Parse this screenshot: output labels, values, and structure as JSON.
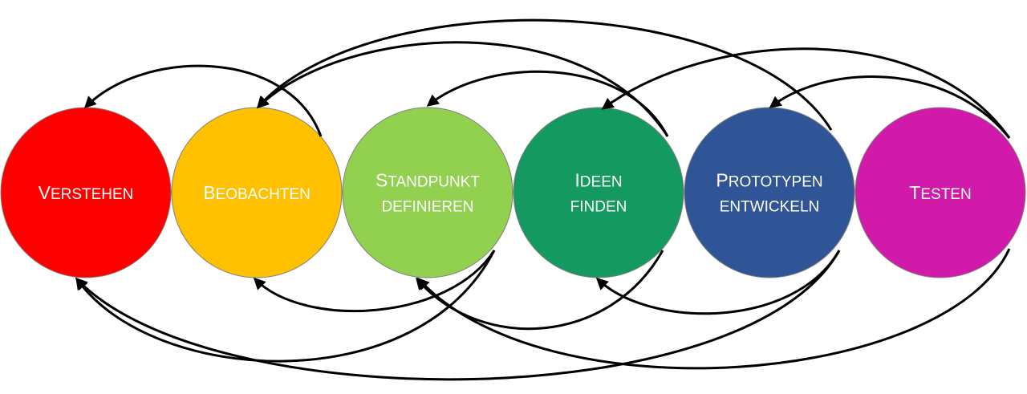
{
  "diagram": {
    "stages": [
      {
        "id": "verstehen",
        "lines": [
          {
            "first": "V",
            "rest": "ERSTEHEN"
          }
        ],
        "color": "#ff0000"
      },
      {
        "id": "beobachten",
        "lines": [
          {
            "first": "B",
            "rest": "EOBACHTEN"
          }
        ],
        "color": "#ffc000"
      },
      {
        "id": "standpunkt",
        "lines": [
          {
            "first": "S",
            "rest": "TANDPUNKT"
          },
          {
            "first": "",
            "rest": "DEFINIEREN"
          }
        ],
        "color": "#92d050"
      },
      {
        "id": "ideen",
        "lines": [
          {
            "first": "I",
            "rest": "DEEN"
          },
          {
            "first": "",
            "rest": "FINDEN"
          }
        ],
        "color": "#149a60"
      },
      {
        "id": "prototypen",
        "lines": [
          {
            "first": "P",
            "rest": "ROTOTYPEN"
          },
          {
            "first": "",
            "rest": "ENTWICKELN"
          }
        ],
        "color": "#2f5597"
      },
      {
        "id": "testen",
        "lines": [
          {
            "first": "T",
            "rest": "ESTEN"
          }
        ],
        "color": "#d11aaa"
      }
    ],
    "connections": [
      {
        "from": "beobachten",
        "to": "verstehen"
      },
      {
        "from": "ideen",
        "to": "beobachten"
      },
      {
        "from": "ideen",
        "to": "standpunkt"
      },
      {
        "from": "prototypen",
        "to": "beobachten"
      },
      {
        "from": "testen",
        "to": "ideen"
      },
      {
        "from": "testen",
        "to": "prototypen"
      },
      {
        "from": "standpunkt",
        "to": "verstehen"
      },
      {
        "from": "standpunkt",
        "to": "beobachten"
      },
      {
        "from": "ideen",
        "to": "standpunkt"
      },
      {
        "from": "prototypen",
        "to": "verstehen"
      },
      {
        "from": "prototypen",
        "to": "ideen"
      },
      {
        "from": "testen",
        "to": "standpunkt"
      }
    ]
  }
}
